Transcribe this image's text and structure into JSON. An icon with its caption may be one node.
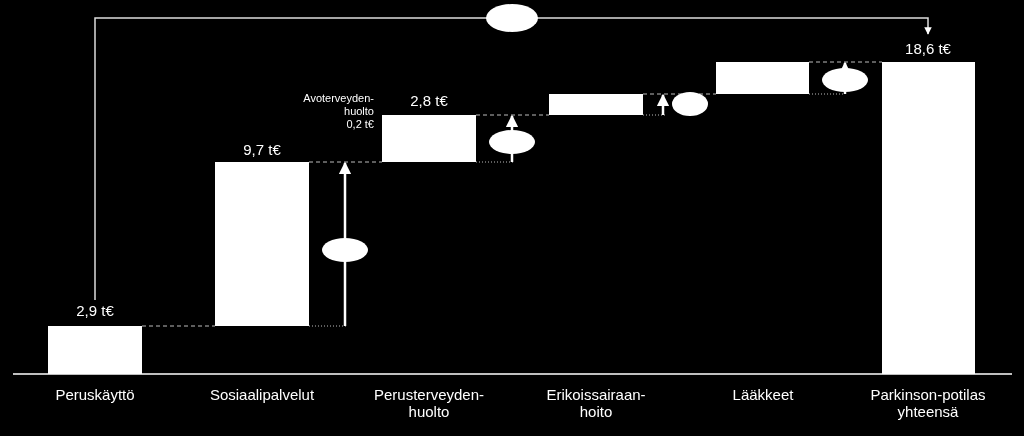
{
  "diagram": {
    "labels": [
      "18,6 t€",
      "Avoterveyden- huolto",
      "2,8 t€",
      "0,2 t€",
      "9,7 t€",
      "2,9 t€",
      "Peruskäyttö",
      "Sosiaalipalvelut",
      "Perusterveyden- huolto",
      "Erikoissairaan- hoito",
      "Lääkkeet",
      "Parkinson-potilas yhteensä"
    ]
  }
}
